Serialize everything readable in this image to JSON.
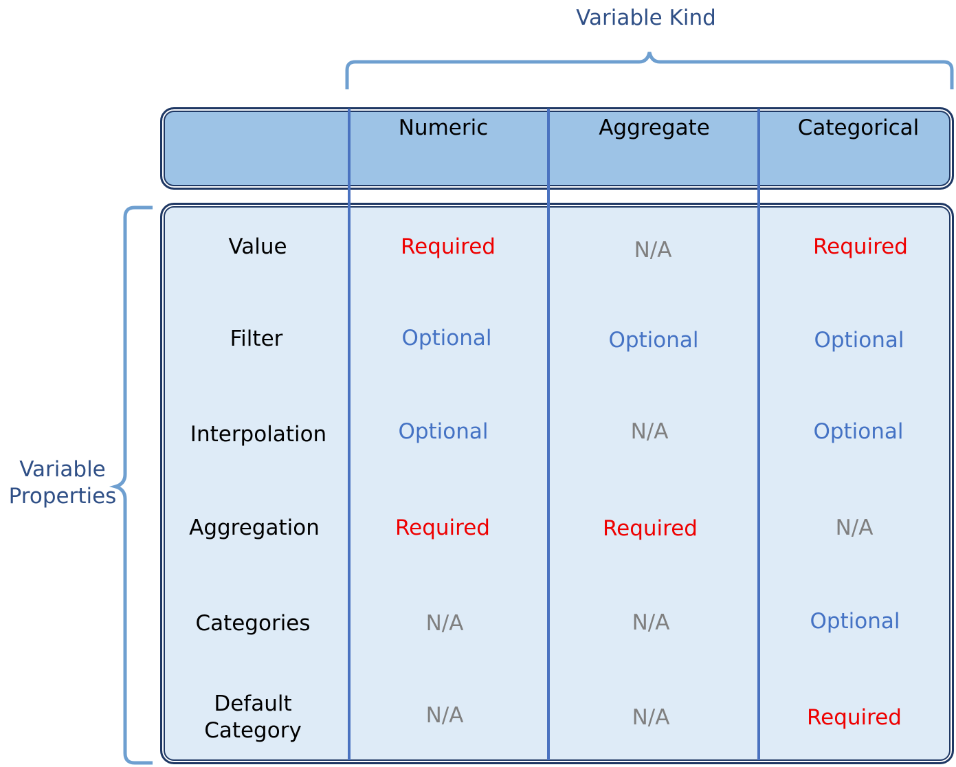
{
  "title": "Variable Kind",
  "side_label": "Variable Properties",
  "columns": [
    "Numeric",
    "Aggregate",
    "Categorical"
  ],
  "rows": [
    {
      "label": "Value",
      "cells": [
        "Required",
        "N/A",
        "Required"
      ]
    },
    {
      "label": "Filter",
      "cells": [
        "Optional",
        "Optional",
        "Optional"
      ]
    },
    {
      "label": "Interpolation",
      "cells": [
        "Optional",
        "N/A",
        "Optional"
      ]
    },
    {
      "label": "Aggregation",
      "cells": [
        "Required",
        "Required",
        "N/A"
      ]
    },
    {
      "label": "Categories",
      "cells": [
        "N/A",
        "N/A",
        "Optional"
      ]
    },
    {
      "label": "Default Category",
      "cells": [
        "N/A",
        "N/A",
        "Required"
      ]
    }
  ],
  "colors": {
    "required": "#ee0000",
    "optional": "#4472c4",
    "na": "#7f7f7f",
    "header_fill": "#9dc3e6",
    "body_fill": "#deebf7",
    "border": "#1f3864",
    "bracket": "#6e9fd0",
    "divider": "#4a72c0"
  }
}
